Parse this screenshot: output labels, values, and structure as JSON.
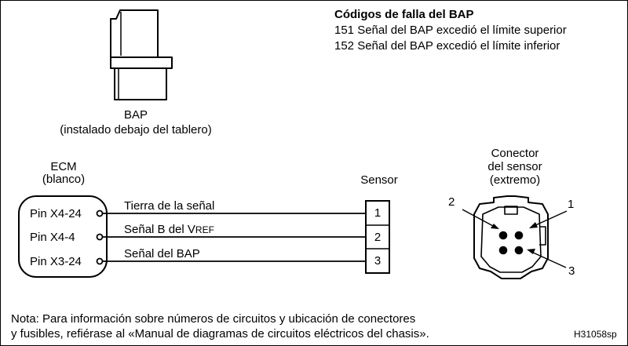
{
  "codes": {
    "title": "Códigos de falla del BAP",
    "lines": [
      "151 Señal del BAP excedió el límite superior",
      "152 Señal del BAP excedió el límite inferior"
    ]
  },
  "bap": {
    "label": "BAP",
    "sublabel": "(instalado debajo del tablero)"
  },
  "ecm": {
    "label": "ECM",
    "sublabel": "(blanco)",
    "pins": [
      "Pin X4-24",
      "Pin X4-4",
      "Pin X3-24"
    ]
  },
  "wires": [
    {
      "label": "Tierra de la señal"
    },
    {
      "label_main": "Señal B del V",
      "label_sub": "REF"
    },
    {
      "label": "Señal del BAP"
    }
  ],
  "sensor": {
    "label": "Sensor",
    "pins": [
      "1",
      "2",
      "3"
    ]
  },
  "connector": {
    "title_lines": [
      "Conector",
      "del sensor",
      "(extremo)"
    ],
    "callouts": [
      "2",
      "1",
      "3"
    ]
  },
  "note": {
    "lines": [
      "Nota: Para información sobre números de circuitos y ubicación de conectores",
      "y fusibles, refiérase al «Manual de diagramas de circuitos eléctricos del chasis»."
    ]
  },
  "figure_id": "H31058sp"
}
